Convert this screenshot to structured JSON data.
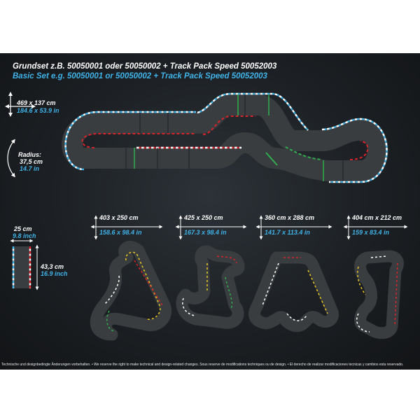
{
  "title": {
    "de": "Grundset z.B. 50050001 oder 50050002 + Track Pack Speed 50052003",
    "en": "Basic Set e.g. 50050001 or 50050002 + Track Pack Speed 50052003"
  },
  "main_track": {
    "size_cm": "469 x 137 cm",
    "size_in": "184.6 x 53.9 in",
    "radius_label": "Radius:",
    "radius_cm": "37,5 cm",
    "radius_in": "14.7 in"
  },
  "piece": {
    "width_cm": "25 cm",
    "width_in": "9.8 inch",
    "length_cm": "43,3 cm",
    "length_in": "16.9 inch"
  },
  "layouts": [
    {
      "cm": "403 x 250 cm",
      "in": "158.6 x 98.4 in"
    },
    {
      "cm": "425 x 250 cm",
      "in": "167.3 x 98.4 in"
    },
    {
      "cm": "360 cm x 288 cm",
      "in": "141.7 x 113.4 in"
    },
    {
      "cm": "404 cm x 212 cm",
      "in": "159 x 83.4 in"
    }
  ],
  "footer": "Technische und designbedingte Änderungen vorbehalten. • We reserve the right to make technical and design-related changes. Sous reserve de modifications techniques ou de design. • El derecho de realizar modificaciones tecnicas y cambios esta reservado.",
  "colors": {
    "panel_bg": "#1c2024",
    "track": "#3a3d40",
    "curb_white": "#ffffff",
    "curb_red": "#d8232a",
    "curb_blue": "#3fb3e8",
    "curb_green": "#2fae4e",
    "curb_yellow": "#e8c820",
    "accent_text": "#3fb3e8"
  }
}
